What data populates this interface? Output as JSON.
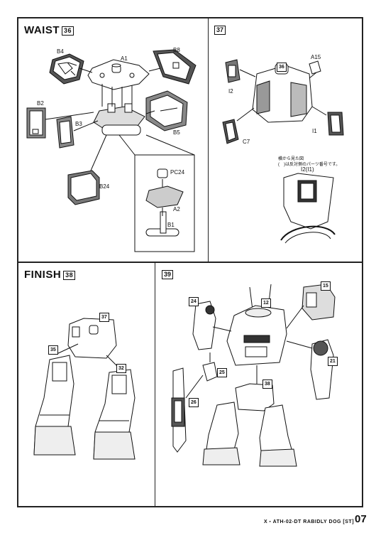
{
  "steps": {
    "s36": {
      "title": "WAIST",
      "number": "36"
    },
    "s37": {
      "number": "37"
    },
    "s38": {
      "title": "FINISH",
      "number": "38"
    },
    "s39": {
      "number": "39"
    }
  },
  "labels36": {
    "b4": "B4",
    "a1": "A1",
    "b8": "B8",
    "b2": "B2",
    "b3": "B3",
    "b5": "B5",
    "b24": "B24",
    "pc24": "PC24",
    "a2": "A2",
    "b1": "B1",
    "ref36": "36"
  },
  "labels37": {
    "a15": "A15",
    "i2": "I2",
    "c7": "C7",
    "i1": "I1",
    "ref36": "36",
    "note_line1": "横から見た図",
    "note_line2": "(　)は反対側のパーツ番号です。",
    "i2i1": "I2(I1)"
  },
  "labels38": {
    "r37": "37",
    "r35": "35",
    "r32": "32"
  },
  "labels39": {
    "r15": "15",
    "r24": "24",
    "r12": "12",
    "r21": "21",
    "r25": "25",
    "r26": "26",
    "r38": "38"
  },
  "footer": {
    "model": "X・ATH-02-DT RABIDLY DOG [ST]",
    "page": "07"
  }
}
